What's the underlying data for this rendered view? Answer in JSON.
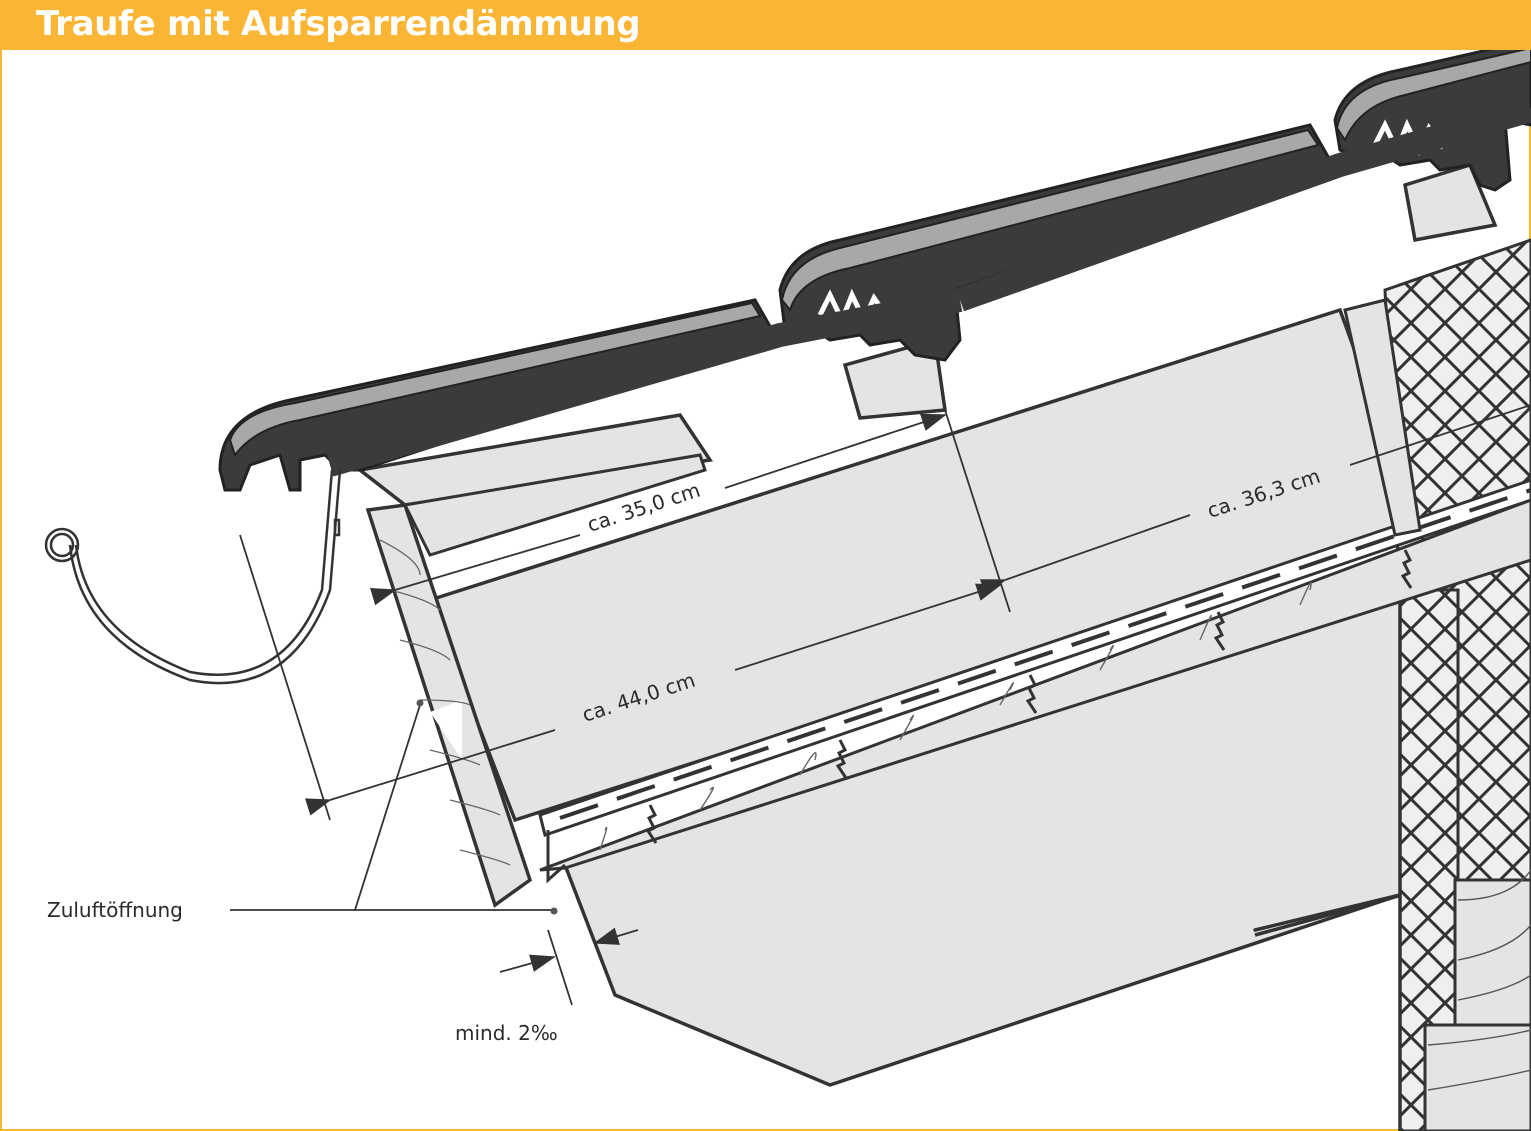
{
  "header": {
    "title": "Traufe mit Aufsparrendämmung"
  },
  "colors": {
    "accent": "#fbb534",
    "tile_dark": "#3a3b3d",
    "tile_light": "#a7a8aa",
    "wood_fill": "#e3e4e6",
    "insulation_fill": "#efeff0",
    "line": "#2e2e30"
  },
  "dimensions": {
    "batten_spacing": "ca. 35,0 cm",
    "first_batten_spacing": "ca. 36,3 cm",
    "eaves_overhang": "ca. 44,0 cm"
  },
  "labels": {
    "air_inlet": "Zuluftöffnung",
    "min_slope": "mind. 2‰"
  },
  "components": [
    {
      "name": "roof-tile",
      "count": 3
    },
    {
      "name": "roof-batten"
    },
    {
      "name": "counter-batten"
    },
    {
      "name": "eaves-board"
    },
    {
      "name": "fascia-board"
    },
    {
      "name": "gutter"
    },
    {
      "name": "rafter-insulation"
    },
    {
      "name": "rafter"
    },
    {
      "name": "wall-insulation"
    },
    {
      "name": "wall-timber"
    }
  ]
}
